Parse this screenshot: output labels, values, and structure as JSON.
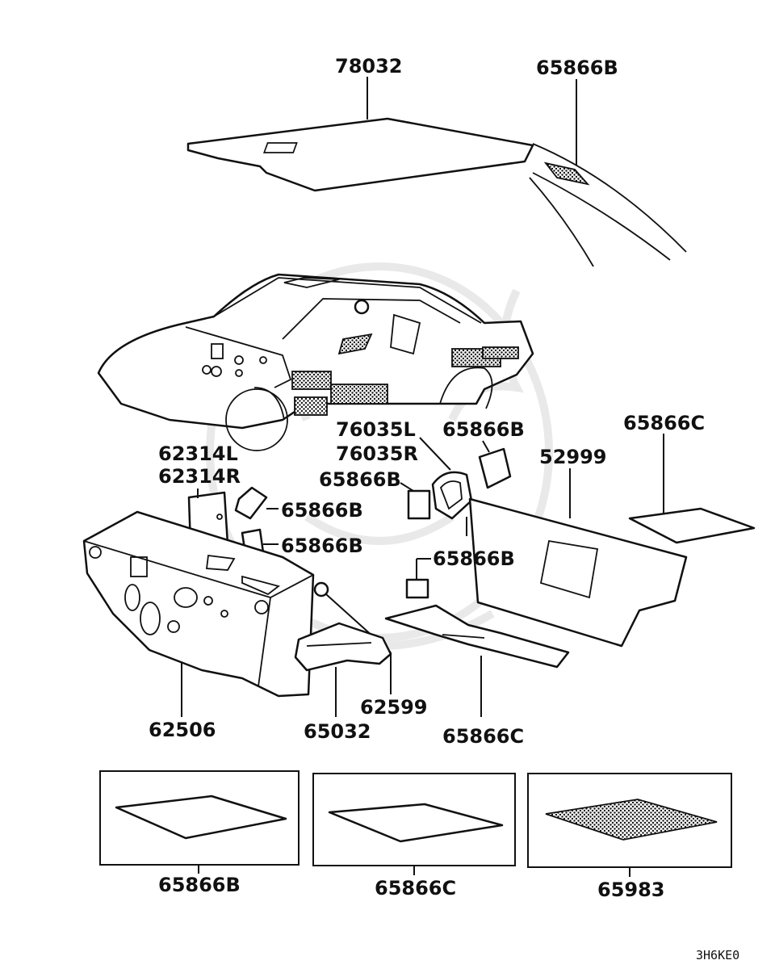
{
  "colors": {
    "ink": "#111111",
    "background": "#ffffff",
    "watermark": "#e9e9e9"
  },
  "labels": {
    "p78032": "78032",
    "p65866b_top": "65866B",
    "p76035l": "76035L",
    "p76035r": "76035R",
    "p65866b_a": "65866B",
    "p65866c_right": "65866C",
    "p52999": "52999",
    "p62314l": "62314L",
    "p62314r": "62314R",
    "p65866b_b": "65866B",
    "p65866b_c": "65866B",
    "p65866b_d": "65866B",
    "p65866b_e": "65866B",
    "p62599": "62599",
    "p62506": "62506",
    "p65032": "65032",
    "p65866c_floor": "65866C"
  },
  "legend": {
    "box1": "65866B",
    "box2": "65866C",
    "box3": "65983"
  },
  "drawing_code": "3H6KE0"
}
